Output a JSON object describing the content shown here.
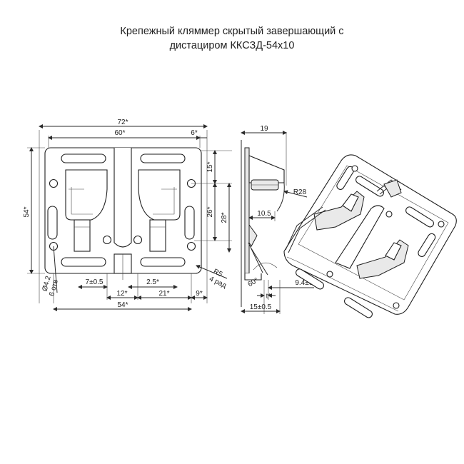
{
  "title": {
    "line1": "Крепежный кляммер скрытый завершающий с",
    "line2": "дистацирoм ККСЗД-54х10"
  },
  "dimensions": {
    "d72": "72*",
    "d60": "60*",
    "d6": "6*",
    "d54_side": "54*",
    "d15": "15*",
    "d26": "26*",
    "d28": "28*",
    "d7": "7±0.5",
    "d2_5": "2.5*",
    "d12": "12*",
    "d21": "21*",
    "d9": "9*",
    "d54_bottom": "54*",
    "hole1": "Ø4.2",
    "hole2": "6 отв",
    "r5_1": "R5",
    "r5_2": "4 рад",
    "d19": "19",
    "r28": "R28",
    "d10_5": "10.5",
    "ang60": "60°",
    "d9_4": "9.4±0.5",
    "t": "t*",
    "d15_side": "15±0.5"
  }
}
